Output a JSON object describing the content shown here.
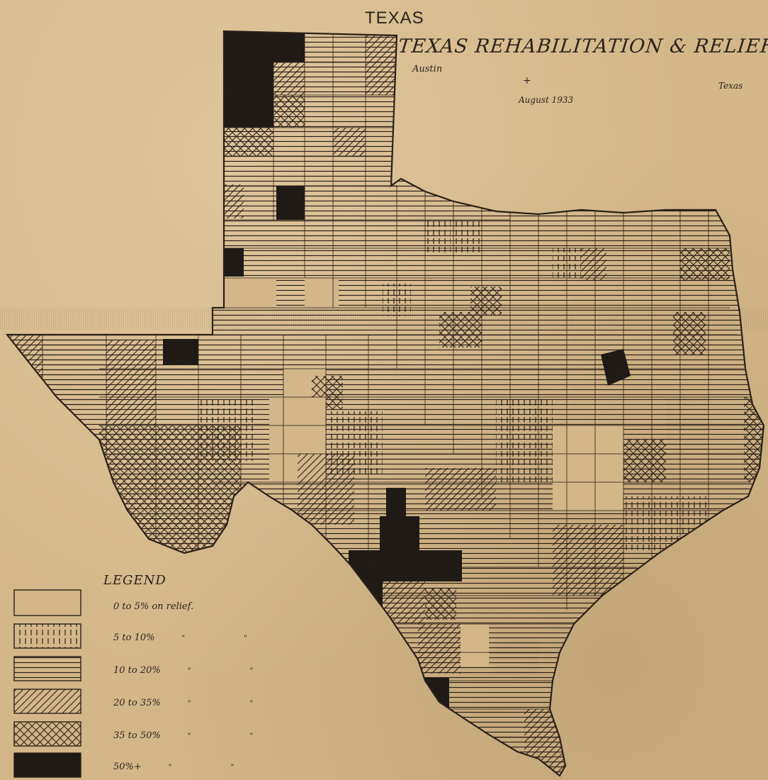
{
  "map": {
    "heading": "TEXAS",
    "commission": "TEXAS REHABILITATION & RELIEF COMMISSION",
    "city": "Austin",
    "state": "Texas",
    "plus_mark": "+",
    "date": "August 1933"
  },
  "legend": {
    "title": "LEGEND",
    "ditto": "\" \"",
    "items": [
      {
        "label": "0 to 5% on relief.",
        "pattern": "blank"
      },
      {
        "label": "5 to 10%",
        "pattern": "vertical"
      },
      {
        "label": "10 to 20%",
        "pattern": "horizontal"
      },
      {
        "label": "20 to 35%",
        "pattern": "diagonal"
      },
      {
        "label": "35 to 50%",
        "pattern": "crosshatch"
      },
      {
        "label": "50%+",
        "pattern": "solid"
      }
    ]
  },
  "colors": {
    "paper": "#d3b788",
    "ink": "#2a2118",
    "solid": "#1f1a16"
  }
}
